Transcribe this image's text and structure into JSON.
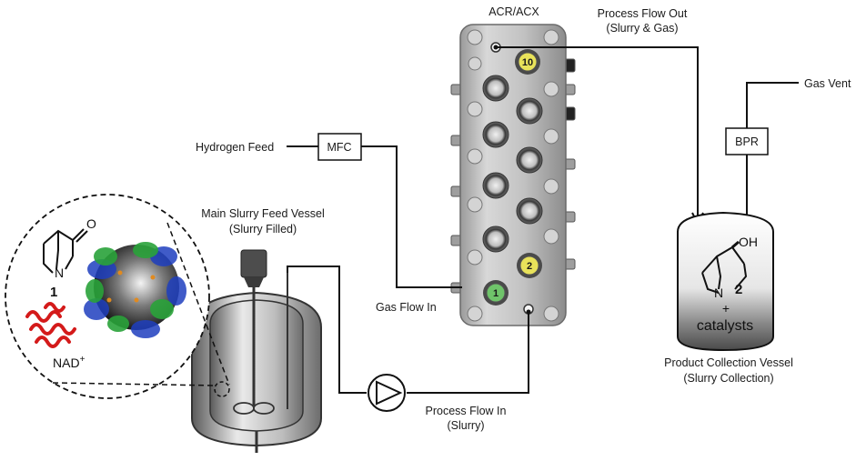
{
  "reactor": {
    "title": "ACR/ACX",
    "port_top": "10",
    "port_mid": "2",
    "port_bottom": "1"
  },
  "flows": {
    "out_line1": "Process Flow Out",
    "out_line2": "(Slurry & Gas)",
    "hydrogen": "Hydrogen Feed",
    "gas_in": "Gas Flow In",
    "gas_vent": "Gas Vent",
    "in_line1": "Process Flow In",
    "in_line2": "(Slurry)"
  },
  "devices": {
    "mfc": "MFC",
    "bpr": "BPR"
  },
  "feed_vessel": {
    "line1": "Main Slurry Feed Vessel",
    "line2": "(Slurry Filled)"
  },
  "collection_vessel": {
    "line1": "Product Collection Vessel",
    "line2": "(Slurry Collection)",
    "compound": "2",
    "substituent": "OH",
    "heteroatom": "N",
    "plus": "+",
    "catalysts": "catalysts"
  },
  "inset": {
    "compound": "1",
    "heteroatom": "N",
    "ketone": "O",
    "cofactor": "NAD",
    "cofactor_sup": "+"
  },
  "colors": {
    "port_yellow": "#e8e25a",
    "port_green": "#6fc46a",
    "reactor_body": "#c4c4c4"
  }
}
